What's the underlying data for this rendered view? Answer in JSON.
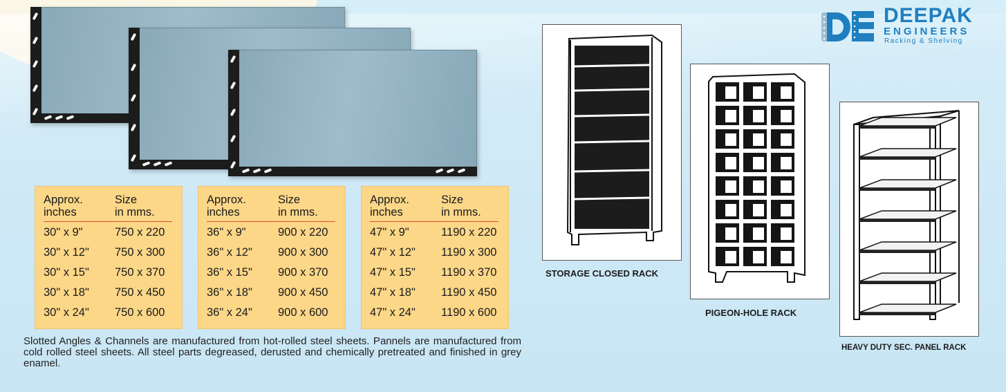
{
  "logo": {
    "name": "DEEPAK",
    "sub": "ENGINEERS",
    "tagline": "Racking & Shelving",
    "color": "#1f7fbf"
  },
  "tables": [
    {
      "header": {
        "col1": [
          "Approx.",
          "inches"
        ],
        "col2": [
          "Size",
          "in mms."
        ]
      },
      "rows": [
        {
          "inches": "30\" x 9\"",
          "mms": "750 x 220"
        },
        {
          "inches": "30\" x 12\"",
          "mms": "750 x 300"
        },
        {
          "inches": "30\" x 15\"",
          "mms": "750 x 370"
        },
        {
          "inches": "30\" x 18\"",
          "mms": "750 x 450"
        },
        {
          "inches": "30\" x 24\"",
          "mms": "750 x 600"
        }
      ]
    },
    {
      "header": {
        "col1": [
          "Approx.",
          "inches"
        ],
        "col2": [
          "Size",
          "in mms."
        ]
      },
      "rows": [
        {
          "inches": "36\" x 9\"",
          "mms": "900 x 220"
        },
        {
          "inches": "36\" x 12\"",
          "mms": "900 x 300"
        },
        {
          "inches": "36\" x 15\"",
          "mms": "900 x 370"
        },
        {
          "inches": "36\" x 18\"",
          "mms": "900 x 450"
        },
        {
          "inches": "36\" x 24\"",
          "mms": "900 x 600"
        }
      ]
    },
    {
      "header": {
        "col1": [
          "Approx.",
          "inches"
        ],
        "col2": [
          "Size",
          "in mms."
        ]
      },
      "rows": [
        {
          "inches": "47\" x 9\"",
          "mms": "1190 x 220"
        },
        {
          "inches": "47\" x 12\"",
          "mms": "1190 x 300"
        },
        {
          "inches": "47\" x 15\"",
          "mms": "1190 x 370"
        },
        {
          "inches": "47\" x 18\"",
          "mms": "1190 x 450"
        },
        {
          "inches": "47\" x 24\"",
          "mms": "1190 x 600"
        }
      ]
    }
  ],
  "description": "Slotted Angles & Channels are manufactured from hot-rolled steel sheets. Pannels are manufactured from cold rolled steel sheets. All steel parts degreased, derusted and chemically pretreated and finished in grey enamel.",
  "racks": {
    "storage_closed": "STORAGE CLOSED RACK",
    "pigeon_hole": "PIGEON-HOLE RACK",
    "heavy_duty": "HEAVY DUTY SEC. PANEL RACK"
  },
  "colors": {
    "table_bg": "#fcd788",
    "header_rule": "#d9532a",
    "panel_face": "#9fbccb",
    "panel_edge": "#1c1c1c"
  }
}
